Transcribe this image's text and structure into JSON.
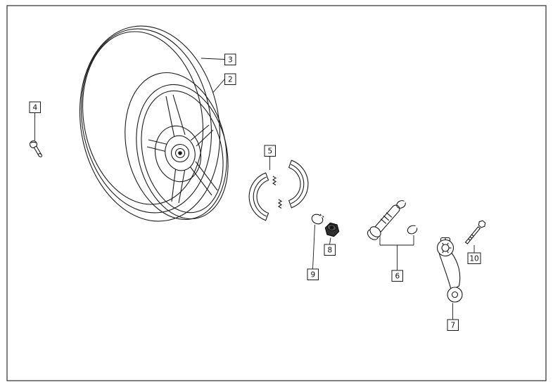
{
  "diagram": {
    "kind": "exploded-parts-diagram",
    "callouts": [
      {
        "number": "3"
      },
      {
        "number": "2"
      },
      {
        "number": "4"
      },
      {
        "number": "5"
      },
      {
        "number": "9"
      },
      {
        "number": "8"
      },
      {
        "number": "6"
      },
      {
        "number": "7"
      },
      {
        "number": "10"
      }
    ],
    "colors": {
      "line": "#1a1a1a",
      "background": "#ffffff",
      "dark_part": "#2e2e2e"
    }
  }
}
